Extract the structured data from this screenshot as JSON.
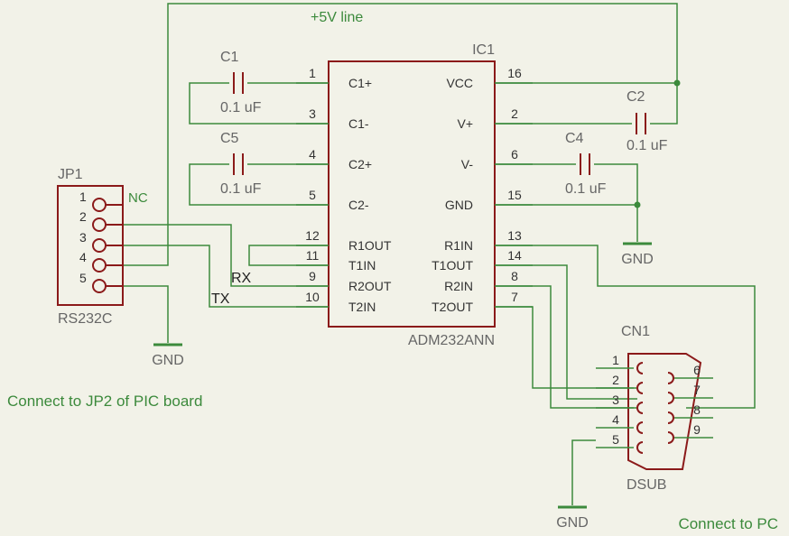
{
  "labels": {
    "plus5v": "+5V line",
    "ic1_name": "IC1",
    "ic1_value": "ADM232ANN",
    "jp1_name": "JP1",
    "jp1_value": "RS232C",
    "nc": "NC",
    "rx": "RX",
    "tx": "TX",
    "gnd": "GND",
    "note_left": "Connect to JP2 of PIC board",
    "note_right": "Connect to PC",
    "cn1_name": "CN1",
    "cn1_value": "DSUB"
  },
  "capacitors": [
    {
      "name": "C1",
      "value": "0.1 uF"
    },
    {
      "name": "C5",
      "value": "0.1 uF"
    },
    {
      "name": "C2",
      "value": "0.1 uF"
    },
    {
      "name": "C4",
      "value": "0.1 uF"
    }
  ],
  "ic_left_pins": [
    {
      "num": "1",
      "name": "C1+"
    },
    {
      "num": "3",
      "name": "C1-"
    },
    {
      "num": "4",
      "name": "C2+"
    },
    {
      "num": "5",
      "name": "C2-"
    },
    {
      "num": "12",
      "name": "R1OUT"
    },
    {
      "num": "11",
      "name": "T1IN"
    },
    {
      "num": "9",
      "name": "R2OUT"
    },
    {
      "num": "10",
      "name": "T2IN"
    }
  ],
  "ic_right_pins": [
    {
      "num": "16",
      "name": "VCC"
    },
    {
      "num": "2",
      "name": "V+"
    },
    {
      "num": "6",
      "name": "V-"
    },
    {
      "num": "15",
      "name": "GND"
    },
    {
      "num": "13",
      "name": "R1IN"
    },
    {
      "num": "14",
      "name": "T1OUT"
    },
    {
      "num": "8",
      "name": "R2IN"
    },
    {
      "num": "7",
      "name": "T2OUT"
    }
  ],
  "jp1_pins": [
    "1",
    "2",
    "3",
    "4",
    "5"
  ],
  "dsub_left_pins": [
    "1",
    "2",
    "3",
    "4",
    "5"
  ],
  "dsub_right_pins": [
    "6",
    "7",
    "8",
    "9"
  ],
  "colors": {
    "background": "#f2f2e8",
    "component": "#8b1a1a",
    "wire": "#3c8a3c",
    "label": "#666666"
  }
}
